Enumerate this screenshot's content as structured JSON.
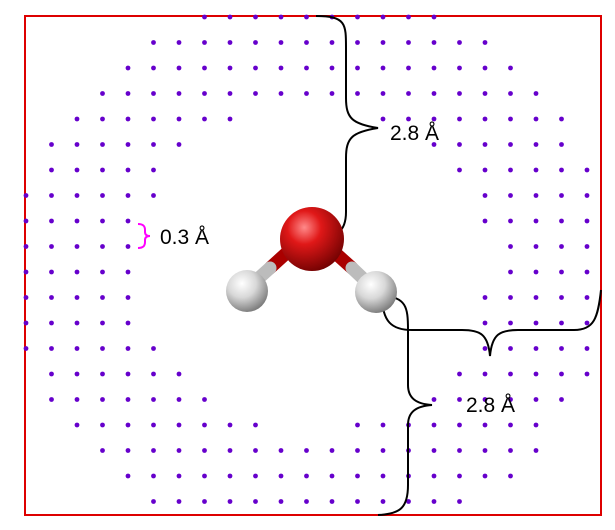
{
  "labels": {
    "top_distance": "2.8 Å",
    "grid_spacing": "0.3 Å",
    "bottom_distance": "2.8 Å"
  },
  "colors": {
    "frame": "#dd0000",
    "grid_point": "#6600cc",
    "oxygen": "#dd1111",
    "hydrogen": "#e6e6e6",
    "spacing_brace": "#ff00ff",
    "distance_brace": "#000000"
  },
  "molecule": {
    "atoms": [
      "O",
      "H",
      "H"
    ]
  }
}
